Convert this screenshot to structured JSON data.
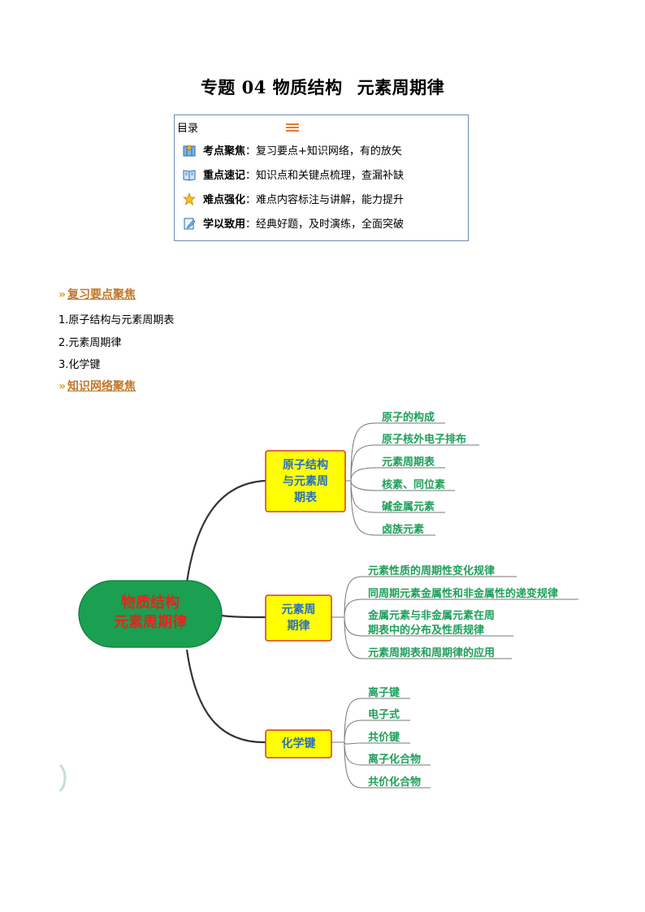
{
  "title": {
    "part1": "专题 04  物质结构",
    "part2": "元素周期律"
  },
  "toc": {
    "heading": "目录",
    "items": [
      {
        "label": "考点聚焦",
        "desc": "复习要点+知识网络，有的放矢"
      },
      {
        "label": "重点速记",
        "desc": "知识点和关键点梳理，查漏补缺"
      },
      {
        "label": "难点强化",
        "desc": "难点内容标注与讲解，能力提升"
      },
      {
        "label": "学以致用",
        "desc": "经典好题，及时演练，全面突破"
      }
    ]
  },
  "review": {
    "heading": "复习要点聚焦",
    "items": [
      "1.原子结构与元素周期表",
      "2.元素周期律",
      "3.化学键"
    ]
  },
  "network": {
    "heading": "知识网络聚焦"
  },
  "mindmap": {
    "root": {
      "line1": "物质结构",
      "line2": "元素周期律"
    },
    "branches": [
      {
        "lines": [
          "原子结构",
          "与元素周",
          "期表"
        ],
        "leaves": [
          "原子的构成",
          "原子核外电子排布",
          "元素周期表",
          "核素、同位素",
          "碱金属元素",
          "卤族元素"
        ]
      },
      {
        "lines": [
          "元素周",
          "期律"
        ],
        "leaves": [
          "元素性质的周期性变化规律",
          "同周期元素金属性和非金属性的递变规律",
          "金属元素与非金属元素在周",
          "期表中的分布及性质规律",
          "元素周期表和周期律的应用"
        ]
      },
      {
        "lines": [
          "化学键"
        ],
        "leaves": [
          "离子键",
          "电子式",
          "共价键",
          "离子化合物",
          "共价化合物"
        ]
      }
    ]
  },
  "colors": {
    "root_fill": "#1aa050",
    "root_text": "#e0261e",
    "branch_fill": "#ffff00",
    "branch_border": "#d43a2a",
    "branch_text": "#2a6fc0",
    "leaf_text": "#1ea05a",
    "heading": "#c0772b",
    "toc_border": "#6b8cae"
  }
}
